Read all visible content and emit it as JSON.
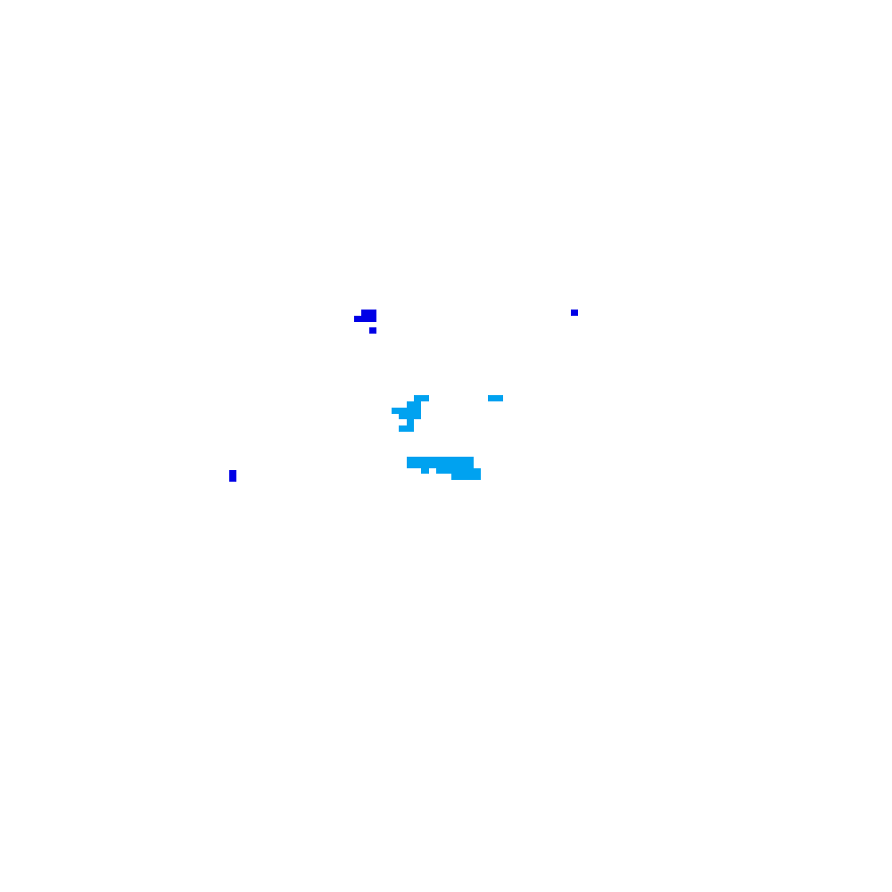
{
  "colors": {
    "background": "#ffffff",
    "dark_blue": "#0000e6",
    "light_blue": "#00a2f0"
  },
  "pixel_groups": [
    {
      "name": "dark-blue-blob-upper-left",
      "color_key": "dark_blue"
    },
    {
      "name": "dark-blue-dot-upper-right",
      "color_key": "dark_blue"
    },
    {
      "name": "dark-blue-dot-lower-left",
      "color_key": "dark_blue"
    },
    {
      "name": "light-blue-cluster-center",
      "color_key": "light_blue"
    },
    {
      "name": "light-blue-dash-right",
      "color_key": "light_blue"
    },
    {
      "name": "light-blue-bar-lower",
      "color_key": "light_blue"
    }
  ]
}
